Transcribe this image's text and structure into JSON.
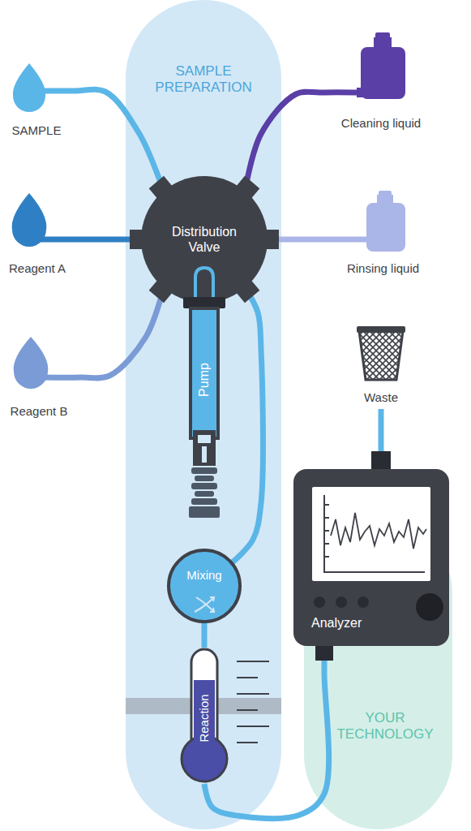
{
  "diagram": {
    "nodes": [
      {
        "text": [
          "SAMPLE PREPARATION"
        ]
      },
      {
        "text": [
          "SAMPLE"
        ]
      },
      {
        "text": [
          "Cleaning liquid"
        ]
      },
      {
        "text": [
          "Reagent A"
        ]
      },
      {
        "text": [
          "Distribution Valve"
        ],
        "in": 0
      },
      {
        "text": [
          "Rinsing liquid"
        ]
      },
      {
        "text": [
          "Reagent B"
        ]
      },
      {
        "text": [
          "Pump"
        ],
        "in": 0
      },
      {
        "text": [
          "Waste"
        ]
      },
      {
        "text": [
          "YOUR TECHNOLOGY"
        ]
      },
      {
        "text": [
          "Analyzer"
        ],
        "in": 9
      },
      {
        "text": [
          "Mixing"
        ],
        "in": 0
      },
      {
        "text": [
          "Reaction"
        ],
        "in": 0
      }
    ],
    "edges": [
      {
        "from": 1,
        "to": 4,
        "arrow": "none"
      },
      {
        "from": 2,
        "to": 4,
        "arrow": "none"
      },
      {
        "from": 3,
        "to": 4,
        "arrow": "none"
      },
      {
        "from": 5,
        "to": 4,
        "arrow": "none"
      },
      {
        "from": 6,
        "to": 4,
        "arrow": "none"
      },
      {
        "from": 4,
        "to": 7,
        "arrow": "none"
      },
      {
        "from": 4,
        "to": 11,
        "arrow": "none"
      },
      {
        "from": 11,
        "to": 12,
        "arrow": "none"
      },
      {
        "from": 12,
        "to": 10,
        "arrow": "none"
      },
      {
        "from": 10,
        "to": 8,
        "arrow": "none"
      }
    ]
  }
}
